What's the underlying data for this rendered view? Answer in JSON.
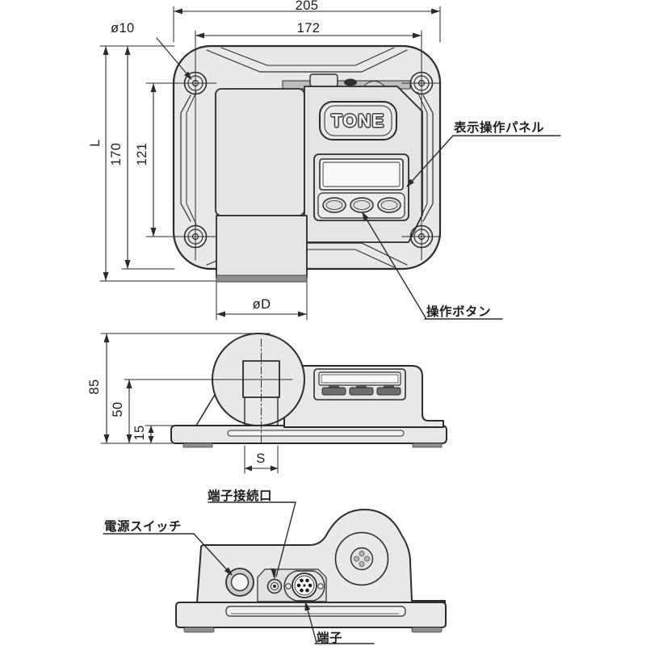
{
  "drawing": {
    "logo_text": "TONE",
    "dims": {
      "overall_width": "205",
      "mount_width": "172",
      "overall_length": "L",
      "body_length": "170",
      "hole_pitch": "121",
      "hole_diameter": "ø10",
      "boss_diameter": "øD",
      "overall_height": "85",
      "center_height": "50",
      "base_height": "15",
      "square_drive": "S"
    },
    "callouts": {
      "display_panel": "表示操作パネル",
      "operation_buttons": "操作ボタン",
      "power_switch": "電源スイッチ",
      "terminal_port": "端子接続口",
      "terminal": "端子"
    },
    "colors": {
      "line": "#2b2b2b",
      "body_fill": "#e8e8e8"
    }
  }
}
